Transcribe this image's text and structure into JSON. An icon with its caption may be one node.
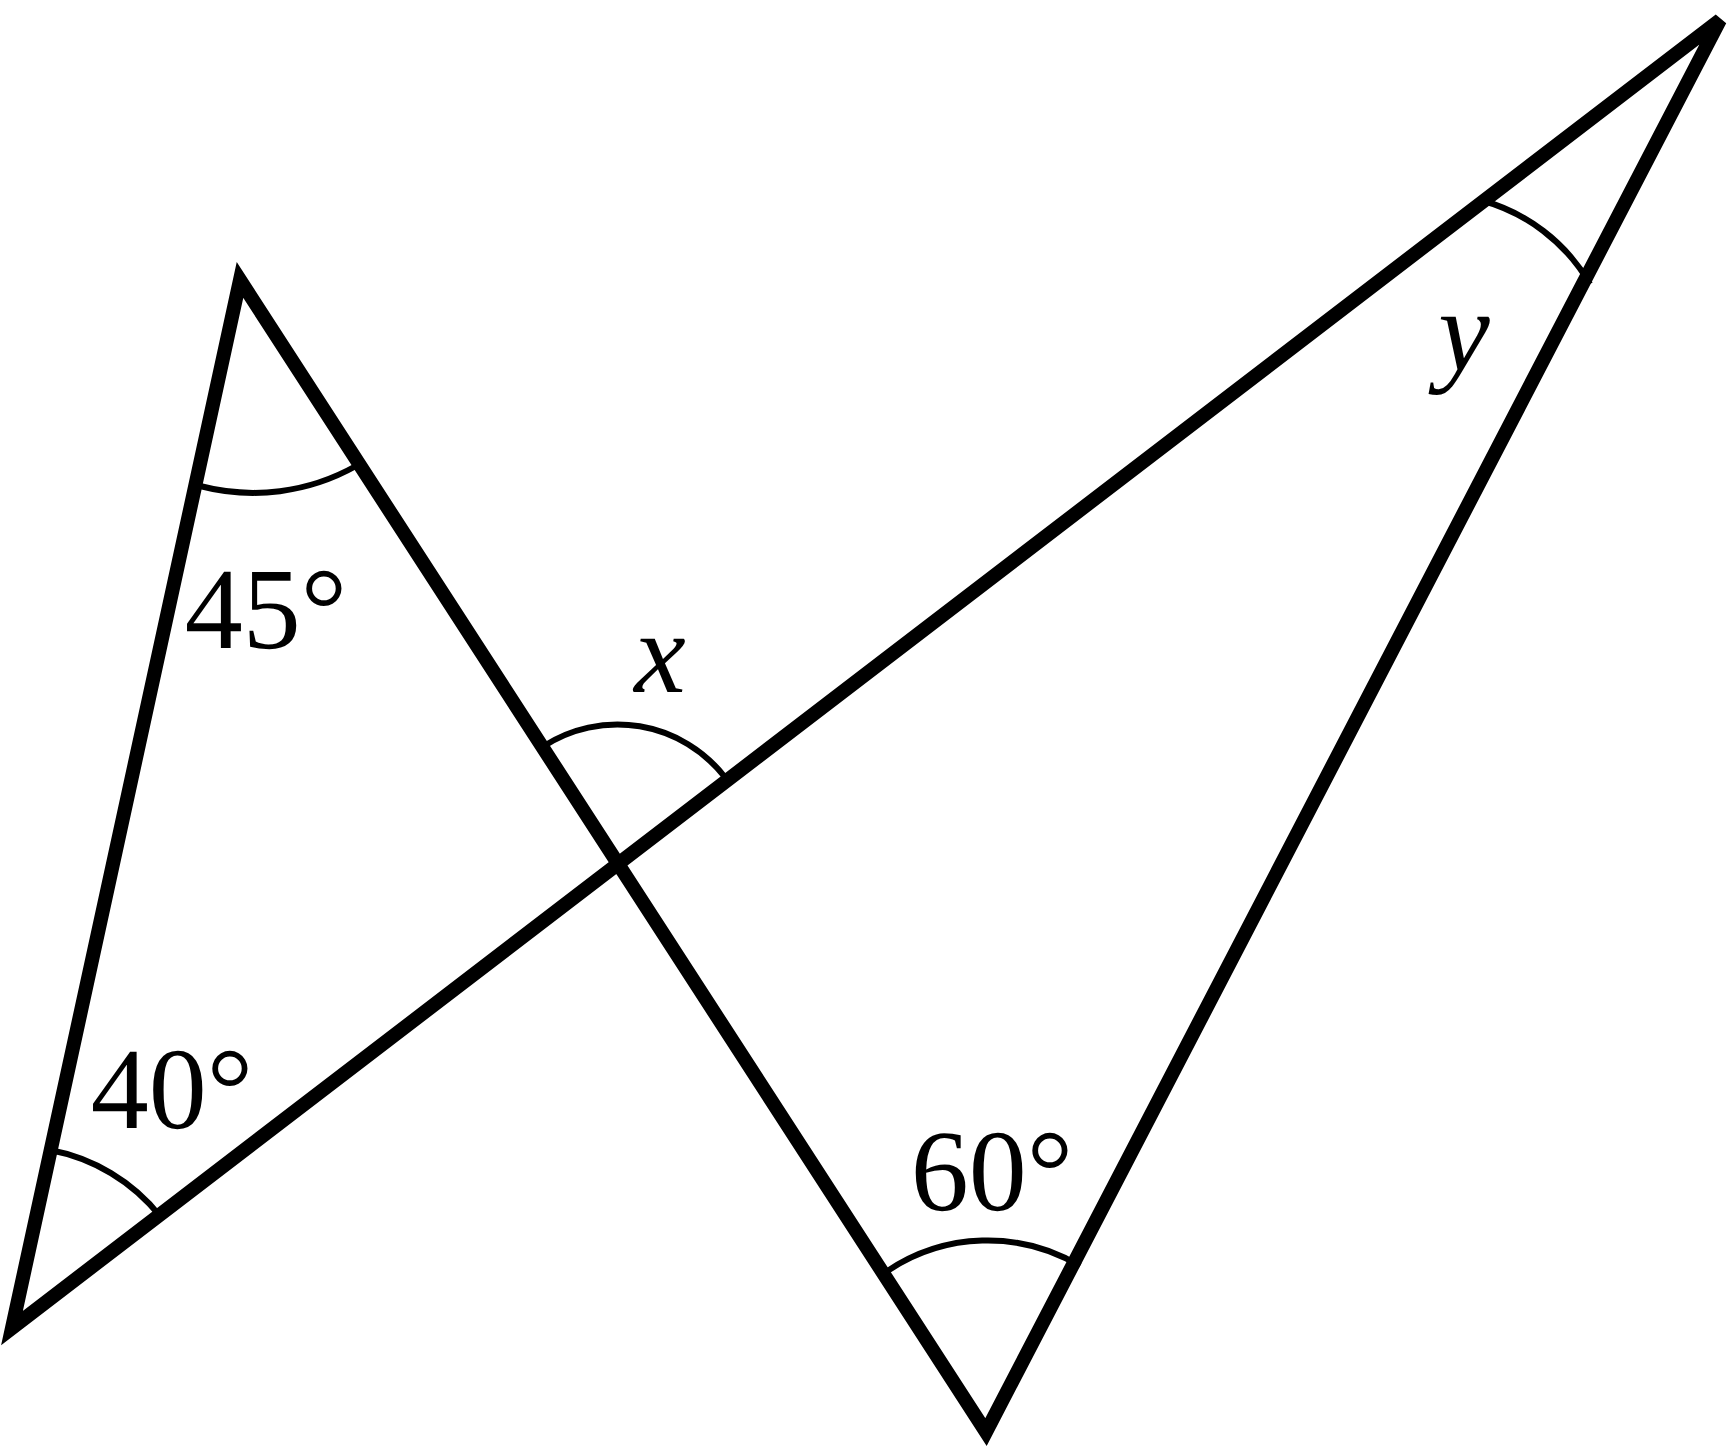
{
  "diagram": {
    "labels": [
      "y",
      "45°",
      "x",
      "40°",
      "60°"
    ]
  }
}
